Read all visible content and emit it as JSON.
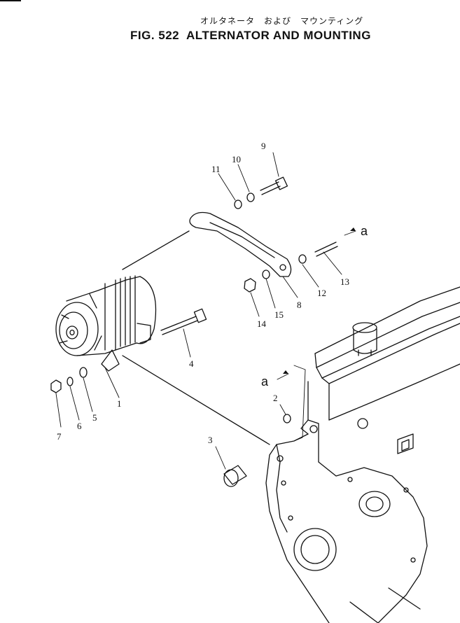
{
  "header": {
    "title_jp": "オルタネータ　および　マウンティング",
    "title_en": "FIG. 522  ALTERNATOR AND MOUNTING"
  },
  "callouts": {
    "c1": "1",
    "c2": "2",
    "c3": "3",
    "c4": "4",
    "c5": "5",
    "c6": "6",
    "c7": "7",
    "c8": "8",
    "c9": "9",
    "c10": "10",
    "c11": "11",
    "c12": "12",
    "c13": "13",
    "c14": "14",
    "c15": "15"
  },
  "connectors": {
    "upper": "a",
    "lower": "a"
  }
}
